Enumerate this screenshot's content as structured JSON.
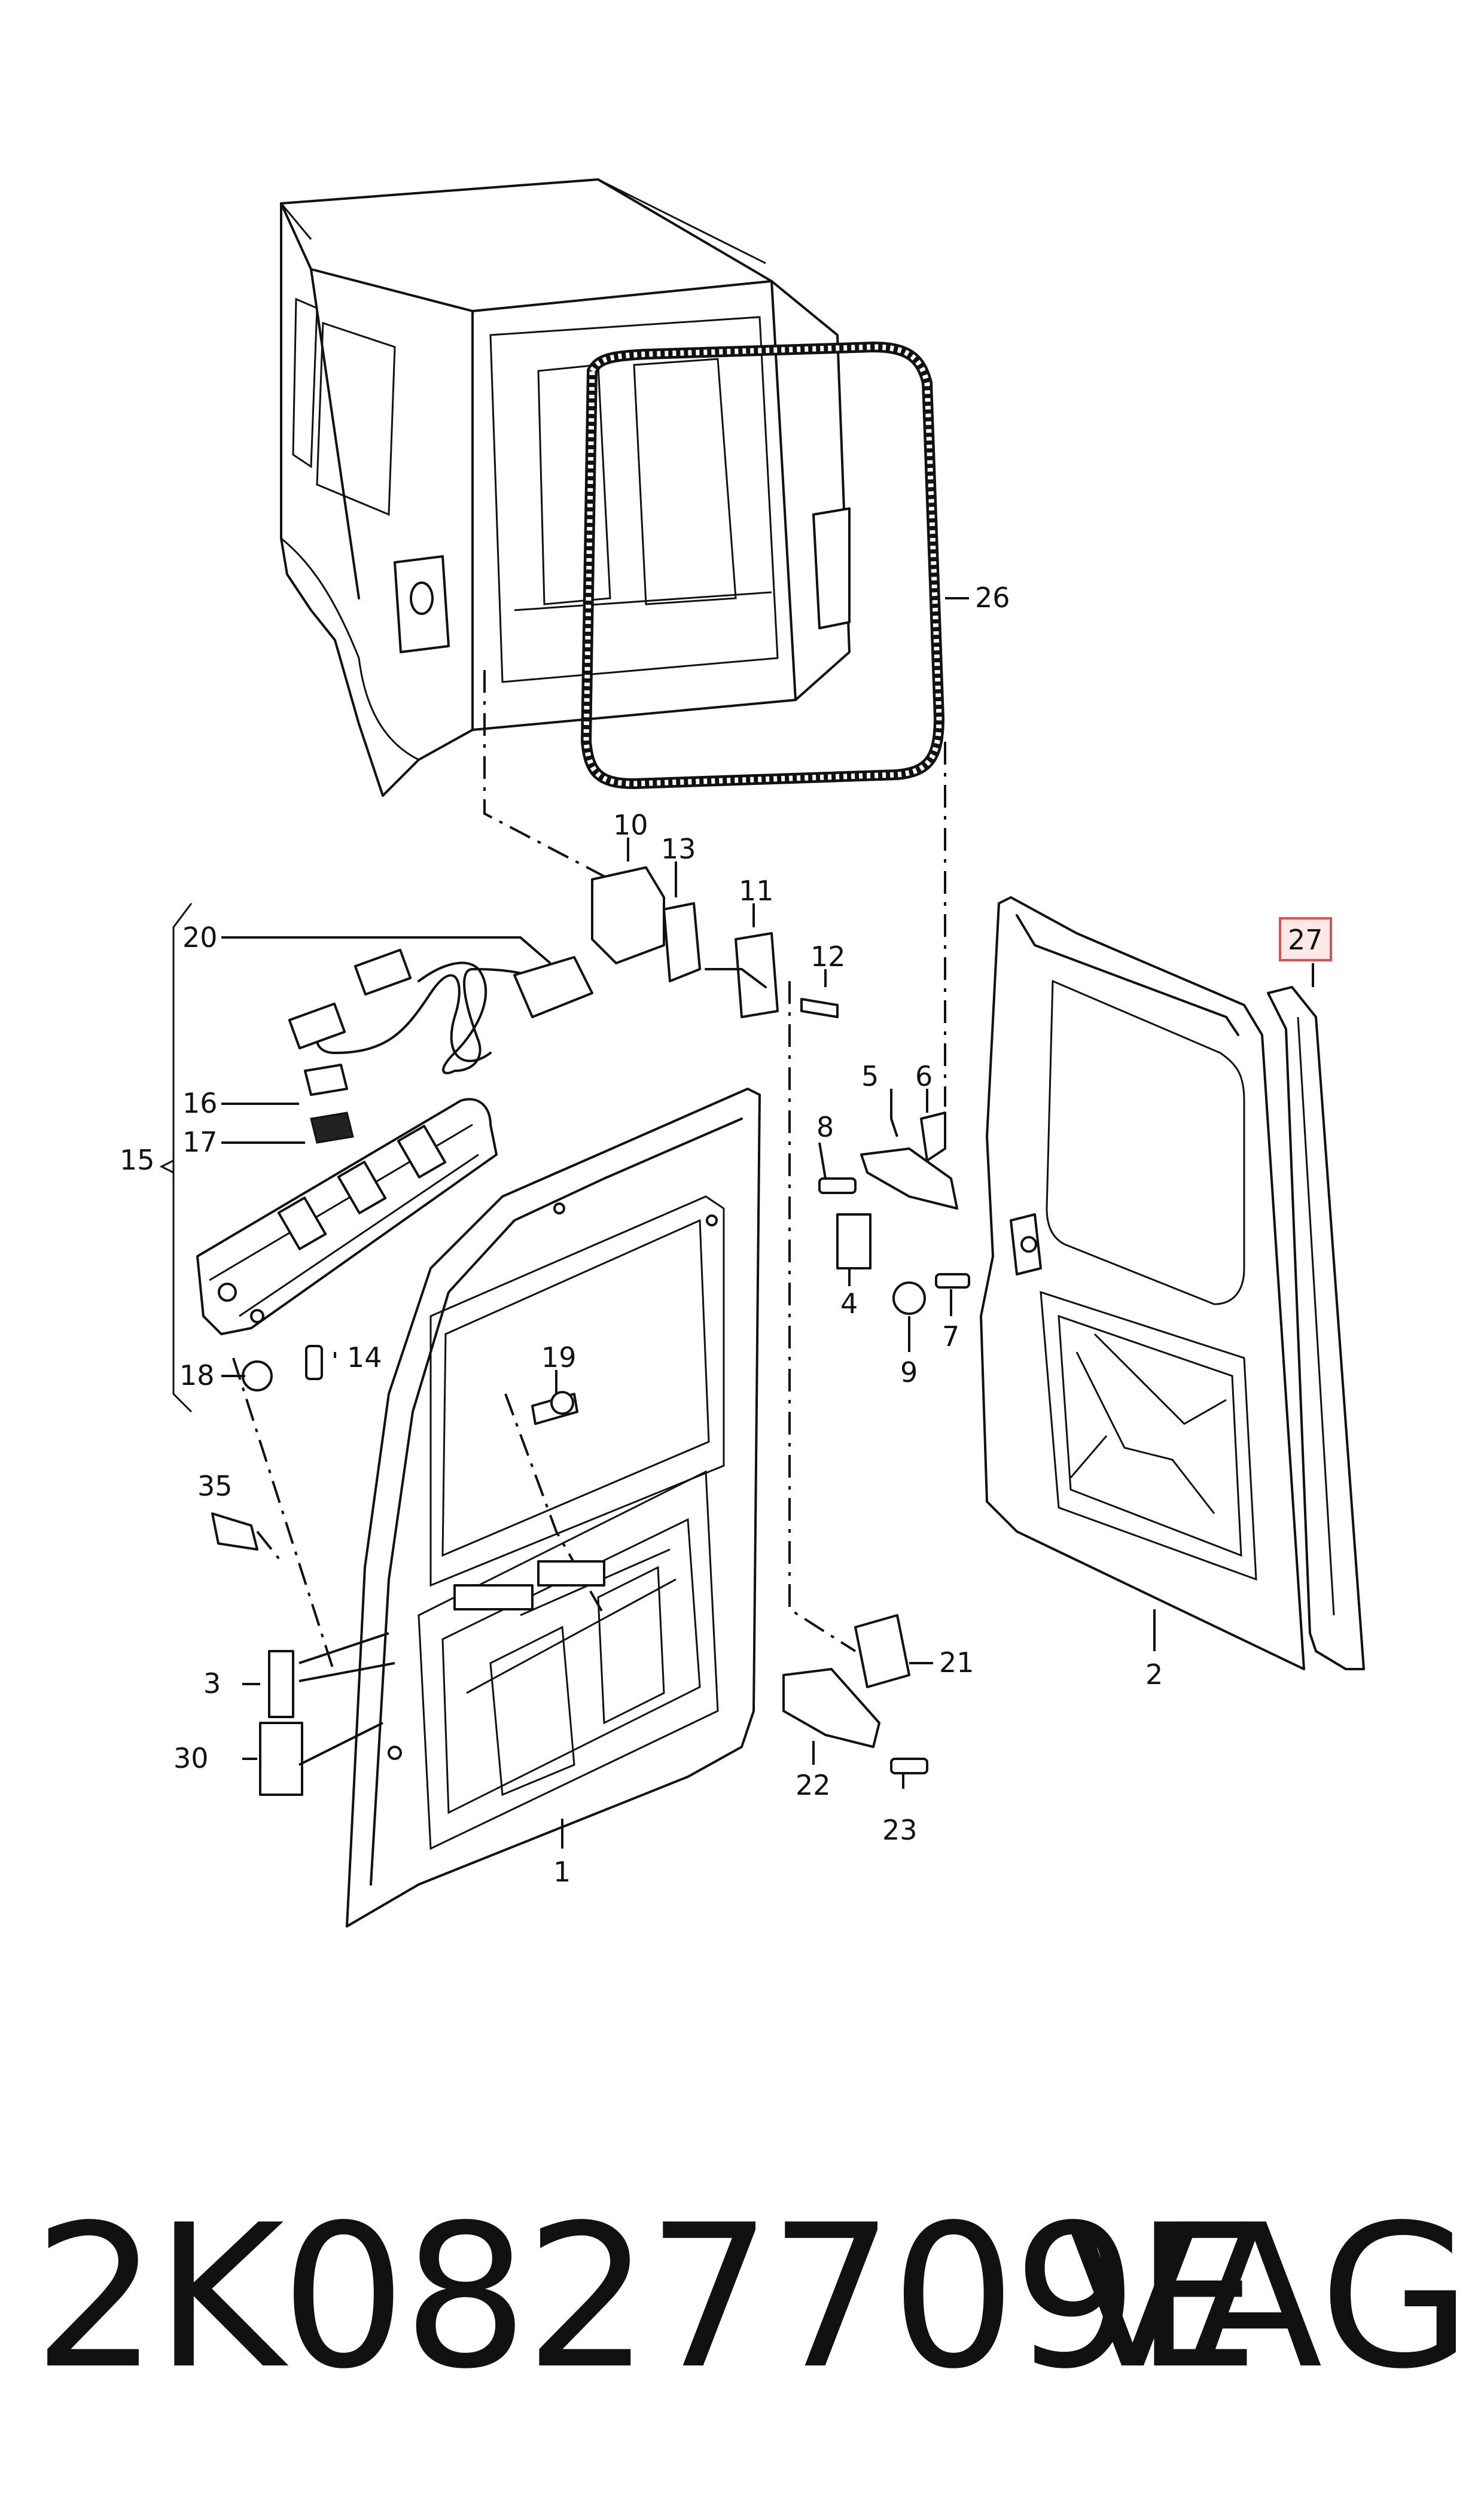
{
  "callouts": {
    "c1": "1",
    "c2": "2",
    "c3": "3",
    "c4": "4",
    "c5": "5",
    "c6": "6",
    "c7": "7",
    "c8": "8",
    "c9": "9",
    "c10": "10",
    "c11": "11",
    "c12": "12",
    "c13": "13",
    "c14": "14",
    "c15": "15",
    "c16": "16",
    "c17": "17",
    "c18": "18",
    "c19": "19",
    "c20": "20",
    "c21": "21",
    "c22": "22",
    "c23": "23",
    "c26": "26",
    "c27": "27",
    "c30": "30",
    "c35": "35"
  },
  "highlighted_callout": "27",
  "highlight_color": "#d9534f",
  "footer": {
    "part_number": "2K0827709E",
    "brand": "VAG"
  }
}
